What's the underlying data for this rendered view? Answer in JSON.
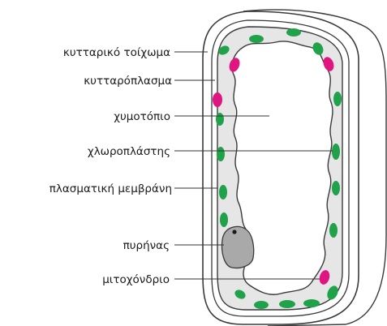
{
  "labels": {
    "cell_wall": "κυτταρικό τοίχωμα",
    "cytoplasm": "κυτταρόπλασμα",
    "vacuole": "χυμοτόπιο",
    "chloroplast": "χλωροπλάστης",
    "plasma_membrane": "πλασματική μεμβράνη",
    "nucleus": "πυρήνας",
    "mitochondrion": "μιτοχόνδριο"
  },
  "colors": {
    "chloroplast": "#1fa24a",
    "mitochondrion": "#e0157f",
    "cytoplasm": "#e6e6e6",
    "nucleus": "#a9a9a9",
    "outline": "#3a3a3a"
  }
}
